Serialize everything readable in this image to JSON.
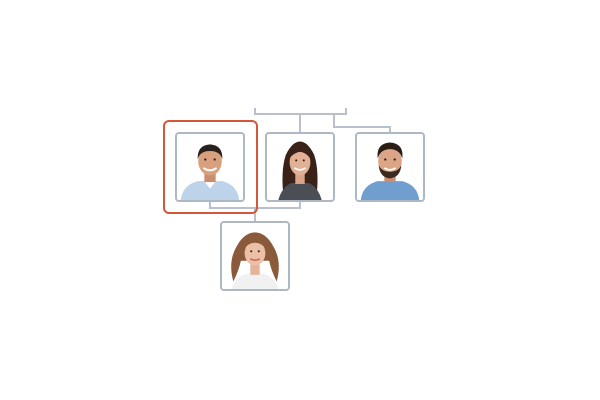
{
  "colors": {
    "background": "#ffffff",
    "connector": "#b7c0cb",
    "card_border": "#aeb8c4",
    "selection": "#d4573b"
  },
  "selected_member": "man-short-hair",
  "members": [
    {
      "id": "man-short-hair",
      "icon": "man-portrait-icon",
      "relation": "parent",
      "selected": true
    },
    {
      "id": "woman-long-hair",
      "icon": "woman-portrait-icon",
      "relation": "parent",
      "selected": false
    },
    {
      "id": "man-bearded",
      "icon": "bearded-man-portrait-icon",
      "relation": "sibling",
      "selected": false
    },
    {
      "id": "girl-curly-hair",
      "icon": "girl-portrait-icon",
      "relation": "child",
      "selected": false
    }
  ]
}
